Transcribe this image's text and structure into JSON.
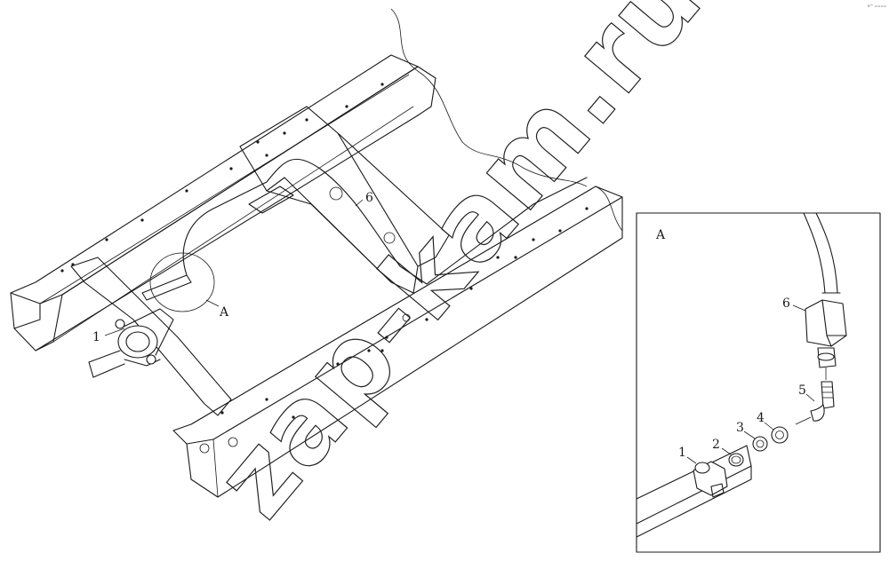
{
  "callouts": {
    "main_1": "1",
    "main_6": "6",
    "main_A": "A",
    "detail_title": "A",
    "detail_1": "1",
    "detail_2": "2",
    "detail_3": "3",
    "detail_4": "4",
    "detail_5": "5",
    "detail_6": "6"
  },
  "watermark": "zap-kam.ru",
  "corner_mark": "e™ ====",
  "colors": {
    "ink": "#1a1a1a",
    "background": "#ffffff"
  }
}
